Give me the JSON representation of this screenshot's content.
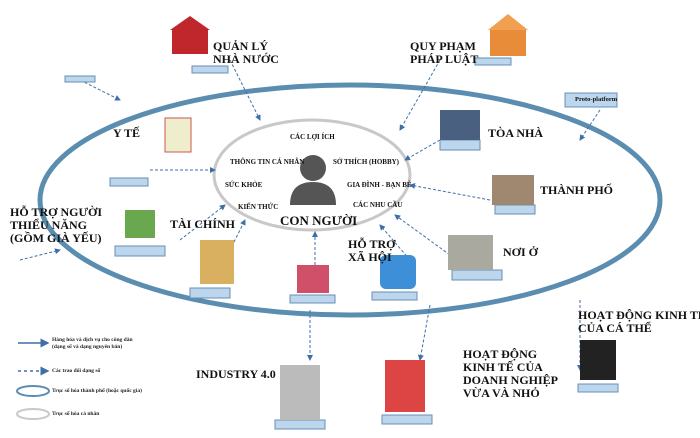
{
  "center": {
    "title": "CON NGƯỜI",
    "attributes": [
      "CÁC LỢI ÍCH",
      "THÔNG TIN CÁ NHÂN",
      "SỞ THÍCH (HOBBY)",
      "SỨC KHỎE",
      "GIA ĐÌNH - BẠN BÈ",
      "KIẾN THỨC",
      "CÁC NHU CẦU"
    ]
  },
  "nodes": {
    "state": "QUẢN LÝ\nNHÀ NƯỚC",
    "law": "QUY PHẠM\nPHÁP LUẬT",
    "health": "Y TẾ",
    "support": "HỖ TRỢ NGƯỜI\nTHIỂU NĂNG\n(GỒM GIÀ YẾU)",
    "finance": "TÀI CHÍNH",
    "social": "HỖ TRỢ\nXÃ HỘI",
    "building": "TÒA NHÀ",
    "city": "THÀNH PHỐ",
    "home": "NƠI Ở",
    "individual": "HOẠT ĐỘNG KINH TẾ\nCỦA CÁ THỂ",
    "industry": "INDUSTRY 4.0",
    "sme": "HOẠT ĐỘNG\nKINH TẾ CỦA\nDOANH NGHIỆP\nVỪA VÀ NHỎ",
    "proto": "Proto-platform"
  },
  "legend": [
    {
      "label": "Hàng hóa và dịch vụ cho công dân\n(dạng số và dạng nguyên bản)",
      "icon": "solid-arrow"
    },
    {
      "label": "Các trao đổi dạng số",
      "icon": "dashed-arrow"
    },
    {
      "label": "Trục số hóa thành phố (hoặc quốc gia)",
      "icon": "blue-ellipse"
    },
    {
      "label": "Trục số hóa cá nhân",
      "icon": "grey-ellipse"
    }
  ],
  "colors": {
    "city_axis": "#5b8db0",
    "personal_axis": "#c8c8c8",
    "platform": "#bcd6ee",
    "arrow": "#3f6fa8"
  }
}
